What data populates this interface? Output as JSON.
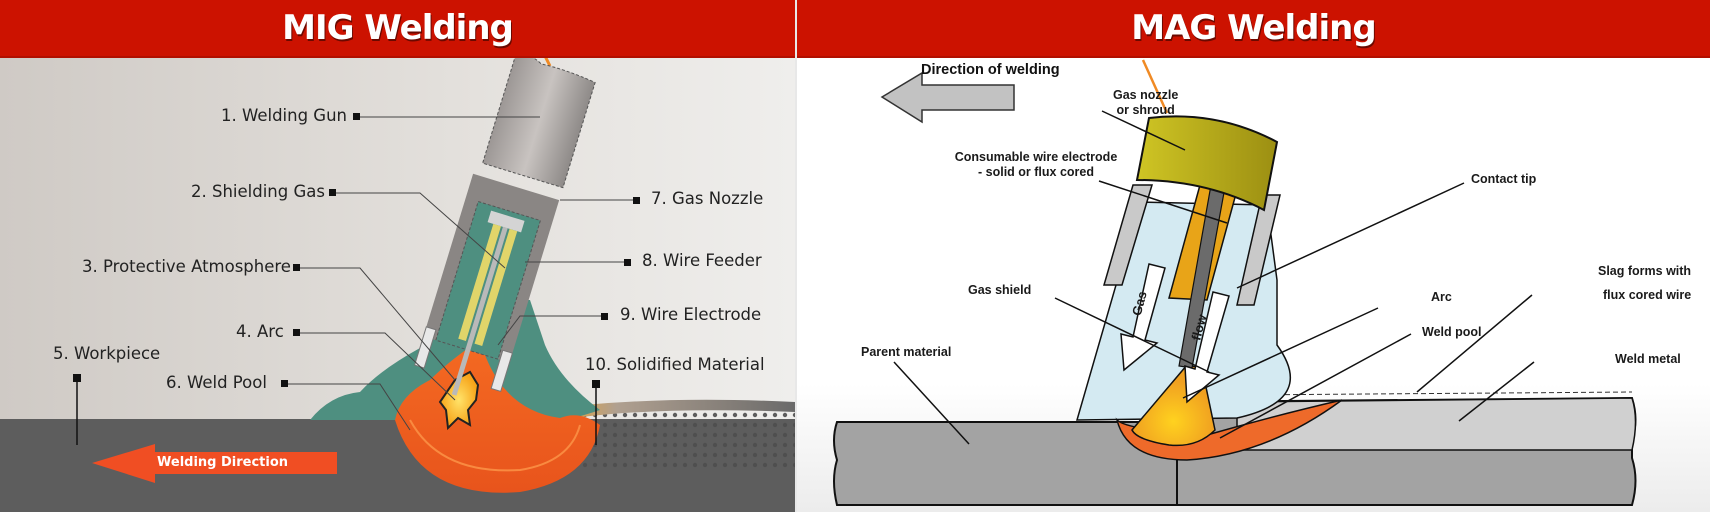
{
  "mig": {
    "title": "MIG Welding",
    "labels": [
      {
        "id": "welding-gun",
        "text": "1. Welding Gun"
      },
      {
        "id": "shielding-gas",
        "text": "2. Shielding Gas"
      },
      {
        "id": "protective-atmosphere",
        "text": "3. Protective Atmosphere"
      },
      {
        "id": "arc",
        "text": "4. Arc"
      },
      {
        "id": "workpiece",
        "text": "5. Workpiece"
      },
      {
        "id": "weld-pool",
        "text": "6. Weld Pool"
      },
      {
        "id": "gas-nozzle",
        "text": "7. Gas Nozzle"
      },
      {
        "id": "wire-feeder",
        "text": "8. Wire Feeder"
      },
      {
        "id": "wire-electrode",
        "text": "9. Wire Electrode"
      },
      {
        "id": "solidified-material",
        "text": "10. Solidified Material"
      }
    ],
    "direction_label": "Welding Direction",
    "colors": {
      "header": "#cc1200",
      "arrow": "#f04e23",
      "shield": "#4e8f80",
      "pool": "#f26522",
      "workpiece": "#5b5b5b"
    }
  },
  "mag": {
    "title": "MAG Welding",
    "direction_label": "Direction of welding",
    "labels": {
      "gas_nozzle_1": "Gas nozzle",
      "gas_nozzle_2": "or shroud",
      "consumable_1": "Consumable wire electrode",
      "consumable_2": "- solid or flux cored",
      "contact_tip": "Contact tip",
      "gas_shield": "Gas shield",
      "parent_material": "Parent material",
      "arc": "Arc",
      "weld_pool": "Weld pool",
      "slag_1": "Slag  forms with",
      "slag_2": "flux cored wire",
      "weld_metal": "Weld metal",
      "gas_flow_1": "Gas",
      "gas_flow_2": "flow"
    },
    "colors": {
      "nozzle": "#b8ac1c",
      "gas": "#d4eaf2",
      "tip": "#e8a418",
      "arc": "#f5b820",
      "pool": "#ee6a2a",
      "plate": "#a3a3a3"
    }
  }
}
